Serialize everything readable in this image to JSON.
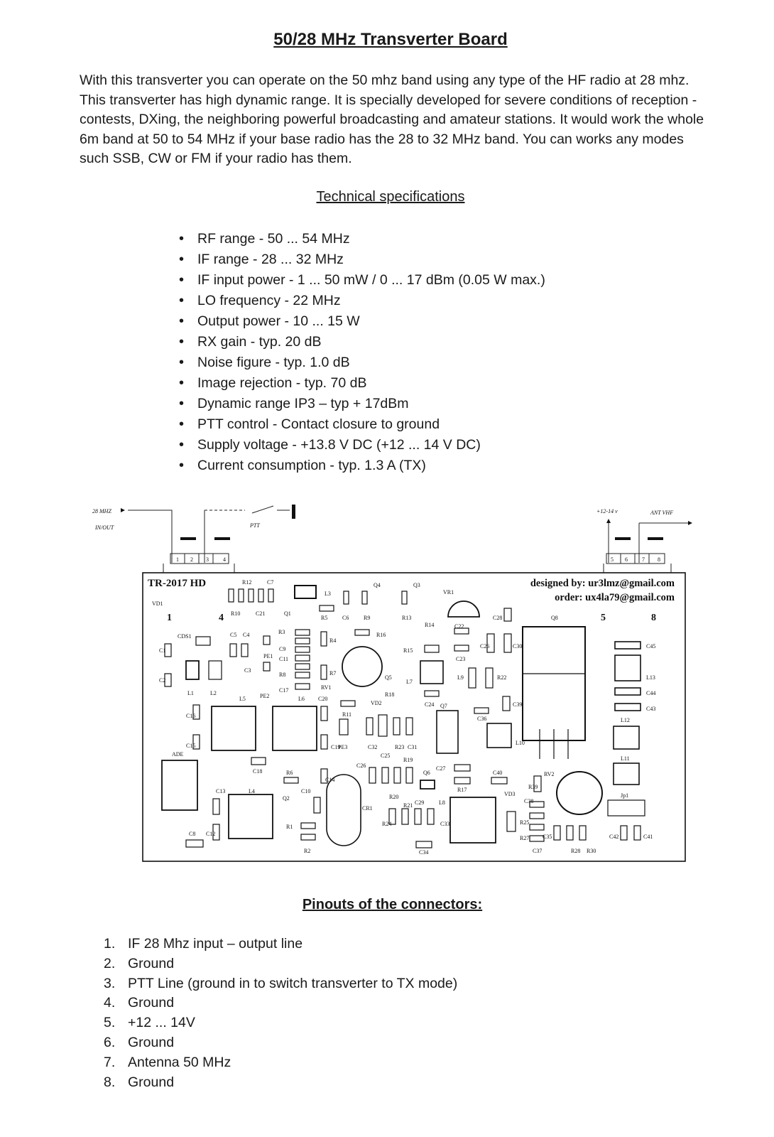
{
  "title": "50/28 MHz Transverter Board",
  "intro": "With this transverter you can operate on the 50 mhz band using any type of the HF radio at 28 mhz. This transverter has high dynamic range. It is specially developed for severe conditions of reception - contests, DXing, the neighboring powerful broadcasting and amateur stations. It would work the whole 6m band at 50 to 54 MHz if your base radio has the 28 to 32 MHz band. You can works any modes such SSB, CW or FM if your radio has them.",
  "spec_heading": "Technical specifications",
  "specs": [
    "RF range  -  50 ... 54 MHz",
    "IF range  -  28 ... 32 MHz",
    "IF input power  -  1 ... 50 mW / 0 ... 17 dBm (0.05 W max.)",
    "LO frequency  -  22 MHz",
    "Output power  -  10 ... 15 W",
    "RX gain  -  typ. 20 dB",
    "Noise figure  -  typ. 1.0 dB",
    "Image rejection  -  typ. 70 dB",
    "Dynamic range IP3 – typ + 17dBm",
    "PTT control  -  Contact closure to ground",
    "Supply voltage  -  +13.8 V DC (+12 ... 14 V DC)",
    "Current consumption  -  typ. 1.3 A (TX)"
  ],
  "board": {
    "model": "TR-2017 HD",
    "designed_by": "designed by: ur3lmz@gmail.com",
    "order": "order: ux4la79@gmail.com",
    "ext_labels": [
      "28 MHZ",
      "IN/OUT",
      "PTT",
      "+12-14 v",
      "ANT VHF"
    ],
    "connector_pins": [
      "1",
      "2",
      "3",
      "4",
      "5",
      "6",
      "7",
      "8"
    ],
    "board_pin_marks": [
      "1",
      "4",
      "5",
      "8"
    ],
    "component_labels": [
      "R12",
      "C7",
      "VD1",
      "R10",
      "C21",
      "Q1",
      "L3",
      "R5",
      "C6",
      "R9",
      "Q4",
      "R13",
      "Q3",
      "VR1",
      "C28",
      "Q8",
      "CDS1",
      "C5",
      "C4",
      "R3",
      "C9",
      "C11",
      "R8",
      "C17",
      "PE1",
      "PE2",
      "R4",
      "R7",
      "RV1",
      "R16",
      "R14",
      "R15",
      "L7",
      "Q5",
      "C22",
      "C23",
      "C26",
      "C30",
      "C45",
      "C1",
      "C2",
      "L1",
      "L2",
      "C3",
      "L5",
      "L6",
      "C20",
      "R11",
      "VD2",
      "R18",
      "C24",
      "Q7",
      "L9",
      "R22",
      "C39",
      "L13",
      "C44",
      "C43",
      "C16",
      "C15",
      "C19",
      "PE3",
      "C32",
      "C25",
      "R23",
      "C31",
      "C36",
      "L10",
      "L12",
      "ADE",
      "C18",
      "R6",
      "C14",
      "C13",
      "L4",
      "C10",
      "Q2",
      "R1",
      "R2",
      "C8",
      "C12",
      "C26",
      "CR1",
      "R20",
      "R19",
      "R21",
      "C29",
      "L8",
      "Q6",
      "C27",
      "R17",
      "C40",
      "VD3",
      "R39",
      "C38",
      "RV2",
      "L11",
      "Jp1",
      "R24",
      "C33",
      "C34",
      "R27",
      "R25",
      "C37",
      "C35",
      "C42",
      "C41",
      "R28",
      "R30"
    ]
  },
  "pin_heading": "Pinouts of the connectors:",
  "pins": [
    {
      "num": "1.",
      "text": "IF 28 Mhz input – output line"
    },
    {
      "num": "2.",
      "text": "Ground"
    },
    {
      "num": "3.",
      "text": "PTT Line (ground in to switch transverter to TX mode)"
    },
    {
      "num": "4.",
      "text": "Ground"
    },
    {
      "num": "5.",
      "text": "+12 ... 14V"
    },
    {
      "num": "6.",
      "text": "Ground"
    },
    {
      "num": "7.",
      "text": "Antenna 50 MHz"
    },
    {
      "num": "8.",
      "text": "Ground"
    }
  ]
}
